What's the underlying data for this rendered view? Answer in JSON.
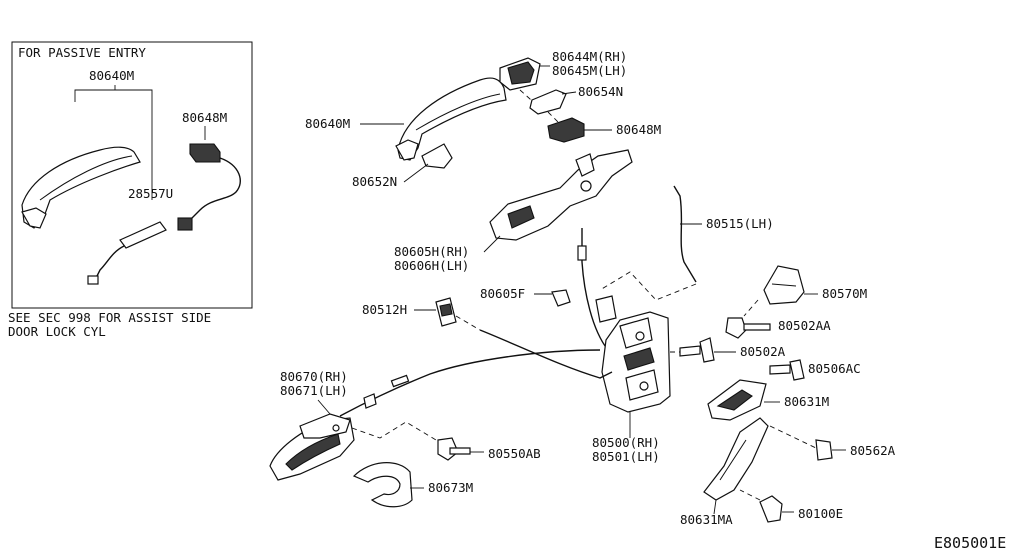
{
  "inset": {
    "title": "FOR PASSIVE ENTRY",
    "labels": {
      "handle": "80640M",
      "sensor": "28557U",
      "connector": "80648M"
    }
  },
  "note": {
    "line1": "SEE SEC 998 FOR ASSIST SIDE",
    "line2": "DOOR LOCK CYL"
  },
  "labels": {
    "outer_handle": "80640M",
    "grommet": "80652N",
    "escutcheon_rh": "80644M(RH)",
    "escutcheon_lh": "80645M(LH)",
    "gasket": "80654N",
    "connector": "80648M",
    "bracket_rh": "80605H(RH)",
    "bracket_lh": "80606H(LH)",
    "rod": "80515(LH)",
    "clip": "80605F",
    "striker": "80570M",
    "cable_end": "80512H",
    "bolt_aa": "80502AA",
    "bolt_a": "80502A",
    "bolt_ac": "80506AC",
    "inner_handle_rh": "80670(RH)",
    "inner_handle_lh": "80671(LH)",
    "cover": "80631M",
    "lock_rh": "80500(RH)",
    "lock_lh": "80501(LH)",
    "bolt_ab": "80550AB",
    "screw_a": "80562A",
    "inner_escutcheon": "80673M",
    "cover_ma": "80631MA",
    "clip_e": "80100E"
  },
  "diagram_code": "E805001E"
}
